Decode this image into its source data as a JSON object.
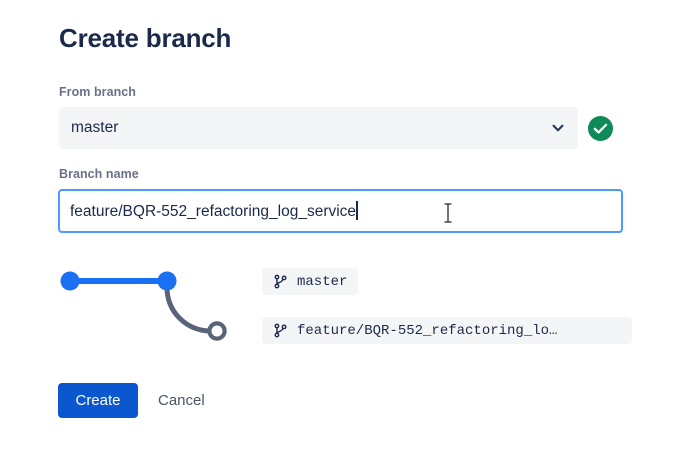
{
  "dialog": {
    "title": "Create branch"
  },
  "from_branch": {
    "label": "From branch",
    "value": "master",
    "chevron_icon": "chevron-down-icon",
    "validation_icon": "check-circle-icon",
    "validation_color": "#0E8A59"
  },
  "branch_name": {
    "label": "Branch name",
    "value": "feature/BQR-552_refactoring_log_service",
    "placeholder": "Branch name",
    "focus_border_color": "#4C9AFF",
    "caret_visible": true
  },
  "graph": {
    "node_color": "#1B6FF3",
    "branch_color": "#5A6478",
    "nodes": [
      {
        "name": "commit-node-1",
        "filled": true
      },
      {
        "name": "commit-node-2",
        "filled": true
      },
      {
        "name": "new-branch-node",
        "filled": false
      }
    ]
  },
  "branch_chips": [
    {
      "icon": "git-branch-icon",
      "label": "master"
    },
    {
      "icon": "git-branch-icon",
      "label": "feature/BQR-552_refactoring_lo…"
    }
  ],
  "actions": {
    "create_label": "Create",
    "create_color": "#0B57D0",
    "cancel_label": "Cancel"
  }
}
